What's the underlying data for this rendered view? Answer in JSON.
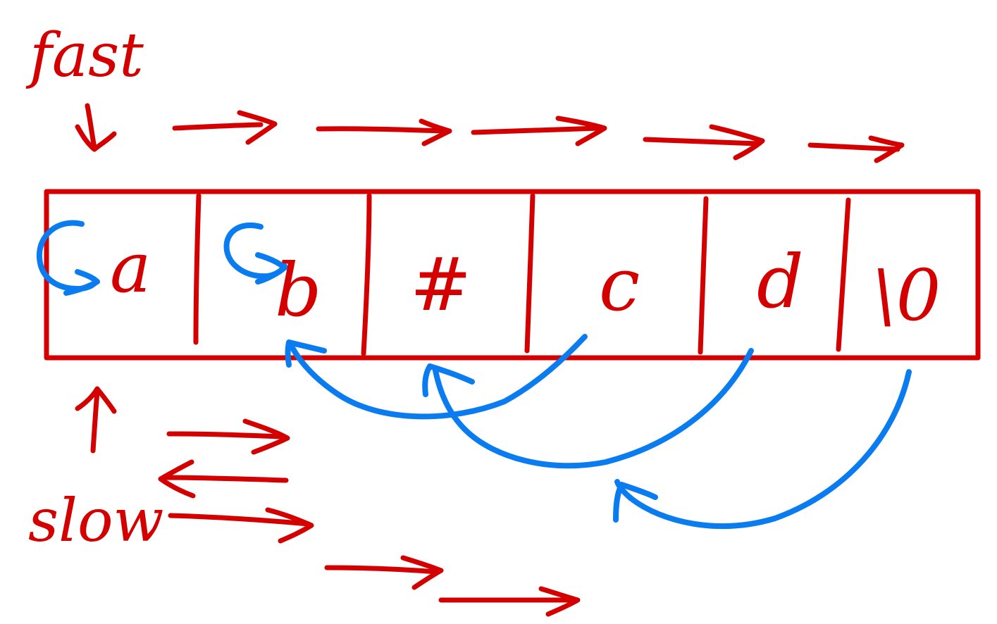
{
  "colors": {
    "red": "#d40000",
    "blue": "#0a7cf0",
    "background": "#ffffff"
  },
  "labels": {
    "fast": "fast",
    "slow": "slow"
  },
  "array": {
    "cells": [
      "a",
      "b",
      "#",
      "c",
      "d",
      "\\0"
    ]
  },
  "icons": {
    "fast_pointer": "down-arrow-icon",
    "slow_pointer": "up-arrow-icon"
  }
}
